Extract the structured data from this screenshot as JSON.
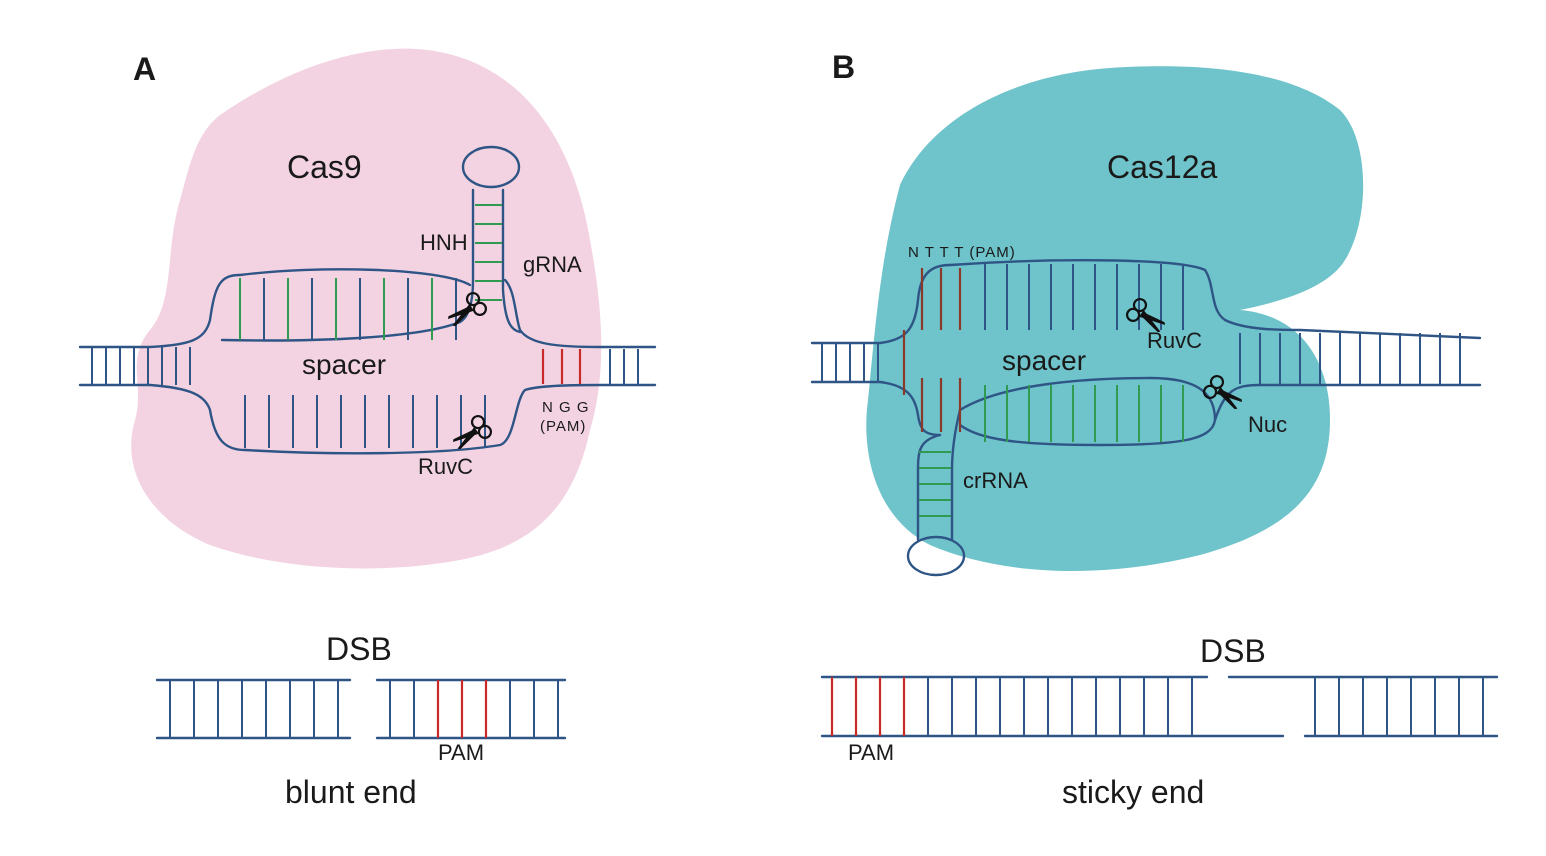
{
  "panel_a": {
    "letter": "A",
    "protein": "Cas9",
    "labels": {
      "hnh": "HNH",
      "grna": "gRNA",
      "spacer": "spacer",
      "ruvc": "RuvC",
      "pam_seq": "N G G",
      "pam_tag": "(PAM)"
    },
    "dsb": {
      "title": "DSB",
      "pam": "PAM",
      "end_type": "blunt end"
    },
    "colors": {
      "protein": "#f3d3e2",
      "strand": "#2e5585",
      "guide": "#2f9a50",
      "pam": "#c82a2a"
    }
  },
  "panel_b": {
    "letter": "B",
    "protein": "Cas12a",
    "labels": {
      "pam": "N T T T (PAM)",
      "spacer": "spacer",
      "ruvc": "RuvC",
      "nuc": "Nuc",
      "crrna": "crRNA"
    },
    "dsb": {
      "title": "DSB",
      "pam": "PAM",
      "end_type": "sticky end"
    },
    "colors": {
      "protein": "#6fc3ca",
      "strand": "#2e5585",
      "guide": "#2f9a50",
      "pam": "#8a3a2a"
    }
  }
}
